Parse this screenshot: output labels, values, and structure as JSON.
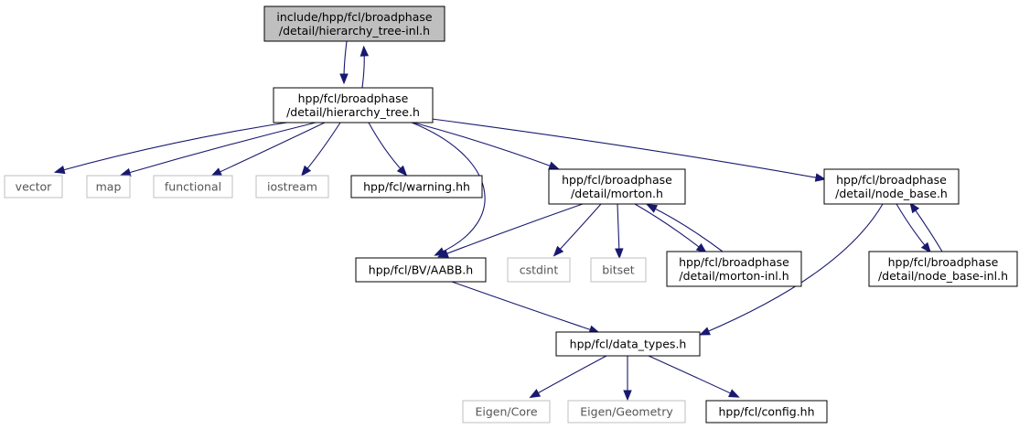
{
  "colors": {
    "edge": "#191970",
    "root_fill": "#bfbfbf",
    "node_border": "#000000",
    "external_border": "#bfbfbf",
    "background": "#ffffff"
  },
  "nodes": {
    "root": {
      "lines": [
        "include/hpp/fcl/broadphase",
        "/detail/hierarchy_tree-inl.h"
      ],
      "kind": "root"
    },
    "hierarchy_tree": {
      "lines": [
        "hpp/fcl/broadphase",
        "/detail/hierarchy_tree.h"
      ],
      "kind": "normal"
    },
    "vector": {
      "lines": [
        "vector"
      ],
      "kind": "external"
    },
    "map": {
      "lines": [
        "map"
      ],
      "kind": "external"
    },
    "functional": {
      "lines": [
        "functional"
      ],
      "kind": "external"
    },
    "iostream": {
      "lines": [
        "iostream"
      ],
      "kind": "external"
    },
    "warning": {
      "lines": [
        "hpp/fcl/warning.hh"
      ],
      "kind": "normal"
    },
    "morton": {
      "lines": [
        "hpp/fcl/broadphase",
        "/detail/morton.h"
      ],
      "kind": "normal"
    },
    "node_base": {
      "lines": [
        "hpp/fcl/broadphase",
        "/detail/node_base.h"
      ],
      "kind": "normal"
    },
    "aabb": {
      "lines": [
        "hpp/fcl/BV/AABB.h"
      ],
      "kind": "normal"
    },
    "cstdint": {
      "lines": [
        "cstdint"
      ],
      "kind": "external"
    },
    "bitset": {
      "lines": [
        "bitset"
      ],
      "kind": "external"
    },
    "morton_inl": {
      "lines": [
        "hpp/fcl/broadphase",
        "/detail/morton-inl.h"
      ],
      "kind": "normal"
    },
    "node_base_inl": {
      "lines": [
        "hpp/fcl/broadphase",
        "/detail/node_base-inl.h"
      ],
      "kind": "normal"
    },
    "data_types": {
      "lines": [
        "hpp/fcl/data_types.h"
      ],
      "kind": "normal"
    },
    "eigen_core": {
      "lines": [
        "Eigen/Core"
      ],
      "kind": "external"
    },
    "eigen_geometry": {
      "lines": [
        "Eigen/Geometry"
      ],
      "kind": "external"
    },
    "config": {
      "lines": [
        "hpp/fcl/config.hh"
      ],
      "kind": "normal"
    }
  },
  "edges": [
    {
      "from": "root",
      "to": "hierarchy_tree"
    },
    {
      "from": "hierarchy_tree",
      "to": "root"
    },
    {
      "from": "hierarchy_tree",
      "to": "vector"
    },
    {
      "from": "hierarchy_tree",
      "to": "map"
    },
    {
      "from": "hierarchy_tree",
      "to": "functional"
    },
    {
      "from": "hierarchy_tree",
      "to": "iostream"
    },
    {
      "from": "hierarchy_tree",
      "to": "warning"
    },
    {
      "from": "hierarchy_tree",
      "to": "aabb"
    },
    {
      "from": "hierarchy_tree",
      "to": "morton"
    },
    {
      "from": "hierarchy_tree",
      "to": "node_base"
    },
    {
      "from": "morton",
      "to": "aabb"
    },
    {
      "from": "morton",
      "to": "cstdint"
    },
    {
      "from": "morton",
      "to": "bitset"
    },
    {
      "from": "morton",
      "to": "morton_inl"
    },
    {
      "from": "morton_inl",
      "to": "morton"
    },
    {
      "from": "node_base",
      "to": "data_types"
    },
    {
      "from": "node_base",
      "to": "node_base_inl"
    },
    {
      "from": "node_base_inl",
      "to": "node_base"
    },
    {
      "from": "aabb",
      "to": "data_types"
    },
    {
      "from": "data_types",
      "to": "eigen_core"
    },
    {
      "from": "data_types",
      "to": "eigen_geometry"
    },
    {
      "from": "data_types",
      "to": "config"
    }
  ]
}
